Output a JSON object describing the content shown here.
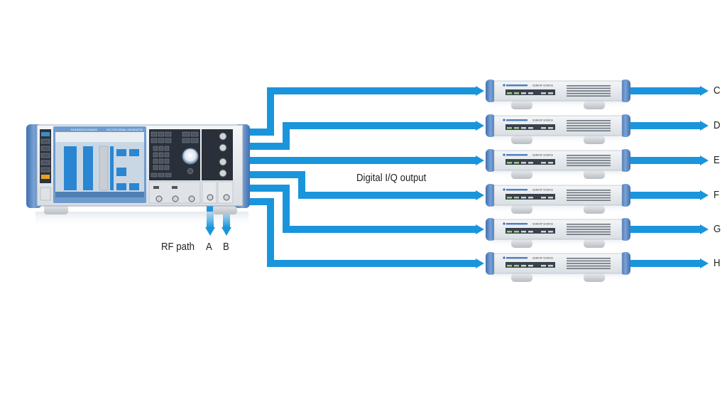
{
  "diagram": {
    "title": "",
    "colors": {
      "connection": "#1a95dc",
      "device_frame": "#4f7fbf",
      "device_panel": "#e8ecef",
      "screen": "#2a86d2",
      "text": "#222222"
    },
    "main_device": {
      "name": "Vector signal generator",
      "brand_text": "ROHDE&SCHWARZ",
      "model_text": "VECTOR SIGNAL GENERATOR"
    },
    "rf_path": {
      "label": "RF path",
      "outputs": [
        "A",
        "B"
      ]
    },
    "digital_iq": {
      "label": "Digital I/Q output"
    },
    "rf_sources": [
      {
        "output": "C",
        "device_text": "SGMA RF SOURCE"
      },
      {
        "output": "D",
        "device_text": "SGMA RF SOURCE"
      },
      {
        "output": "E",
        "device_text": "SGMA RF SOURCE"
      },
      {
        "output": "F",
        "device_text": "SGMA RF SOURCE"
      },
      {
        "output": "G",
        "device_text": "SGMA RF SOURCE"
      },
      {
        "output": "H",
        "device_text": "SGMA RF SOURCE"
      }
    ]
  }
}
